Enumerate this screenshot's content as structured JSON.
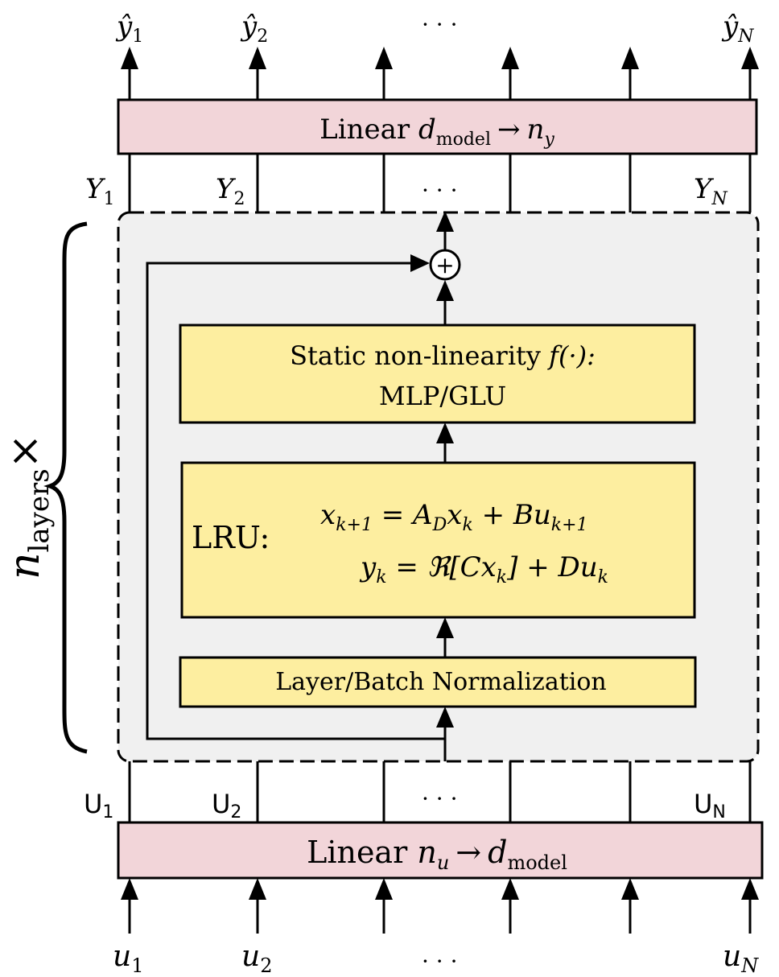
{
  "outputs": {
    "labels": [
      "ŷ",
      "ŷ",
      "ŷ"
    ],
    "subscripts": [
      "1",
      "2",
      "N"
    ],
    "ellipsis": "· · ·"
  },
  "output_linear": {
    "prefix": "Linear ",
    "from_var": "d",
    "from_sub": "model",
    "arrow": "→",
    "to_var": "n",
    "to_sub": "y"
  },
  "hidden_outputs": {
    "labels": [
      "Y",
      "Y",
      "Y"
    ],
    "subscripts": [
      "1",
      "2",
      "N"
    ],
    "ellipsis": "· · ·"
  },
  "repeat": {
    "var": "n",
    "sub": "layers",
    "times": "×"
  },
  "nonlinearity": {
    "line1": "Static non-linearity ",
    "func": "f(·):",
    "line2": "MLP/GLU"
  },
  "lru": {
    "label": "LRU:",
    "eq1": "x",
    "eq1_sub": "k+1",
    "eq1_rhs_a": " = A",
    "eq1_rhs_a_sub": "D",
    "eq1_rhs_b": "x",
    "eq1_rhs_b_sub": "k",
    "eq1_rhs_c": " + Bu",
    "eq1_rhs_c_sub": "k+1",
    "eq2": "y",
    "eq2_sub": "k",
    "eq2_rhs_a": " = ℜ[Cx",
    "eq2_rhs_a_sub": "k",
    "eq2_rhs_b": "] + Du",
    "eq2_rhs_b_sub": "k"
  },
  "normalization": {
    "label": "Layer/Batch Normalization"
  },
  "sum_symbol": "+",
  "hidden_inputs": {
    "labels": [
      "U",
      "U",
      "U"
    ],
    "subscripts": [
      "1",
      "2",
      "N"
    ],
    "ellipsis": "· · ·"
  },
  "input_linear": {
    "prefix": "Linear ",
    "from_var": "n",
    "from_sub": "u",
    "arrow": "→",
    "to_var": "d",
    "to_sub": "model"
  },
  "inputs": {
    "labels": [
      "u",
      "u",
      "u"
    ],
    "subscripts": [
      "1",
      "2",
      "N"
    ],
    "ellipsis": "· · ·"
  },
  "colors": {
    "linear_fill": "#f2d5d9",
    "block_fill": "#fdeea0",
    "layer_bg": "#f0f0f0",
    "stroke": "#000000"
  }
}
